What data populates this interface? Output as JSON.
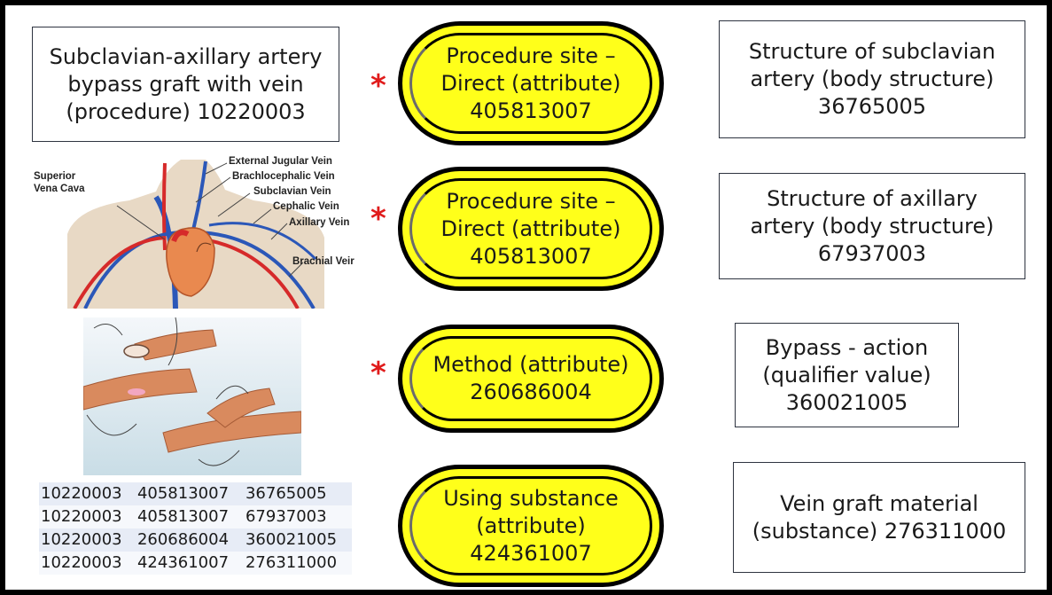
{
  "procedure": {
    "text": "Subclavian-axillary artery\nbypass graft with vein\n(procedure) 10220003"
  },
  "rows": [
    {
      "attribute": "Procedure site –\nDirect (attribute)\n405813007",
      "value": "Structure of subclavian\nartery (body structure)\n36765005",
      "starred": true
    },
    {
      "attribute": "Procedure site –\nDirect (attribute)\n405813007",
      "value": "Structure of axillary\nartery (body structure)\n67937003",
      "starred": true
    },
    {
      "attribute": "Method (attribute)\n260686004",
      "value": "Bypass - action\n(qualifier value)\n360021005",
      "starred": true
    },
    {
      "attribute": "Using substance\n(attribute)\n424361007",
      "value": "Vein graft material\n(substance) 276311000",
      "starred": false
    }
  ],
  "star_glyph": "*",
  "anatomy_labels": {
    "superior_vena_cava": "Superior\nVena Cava",
    "external_jugular": "External Jugular Vein",
    "brachiocephalic": "Brachlocephalic Vein",
    "subclavian": "Subclavian Vein",
    "cephalic": "Cephalic Vein",
    "axillary": "Axillary Vein",
    "brachial": "Brachial Veir"
  },
  "code_table": [
    [
      "10220003",
      "405813007",
      "36765005"
    ],
    [
      "10220003",
      "405813007",
      "67937003"
    ],
    [
      "10220003",
      "260686004",
      "360021005"
    ],
    [
      "10220003",
      "424361007",
      "276311000"
    ]
  ],
  "colors": {
    "pill_fill": "#ffff1a",
    "star": "#e01b1b",
    "vein_blue": "#2b57b8",
    "artery_red": "#d62a2a"
  }
}
